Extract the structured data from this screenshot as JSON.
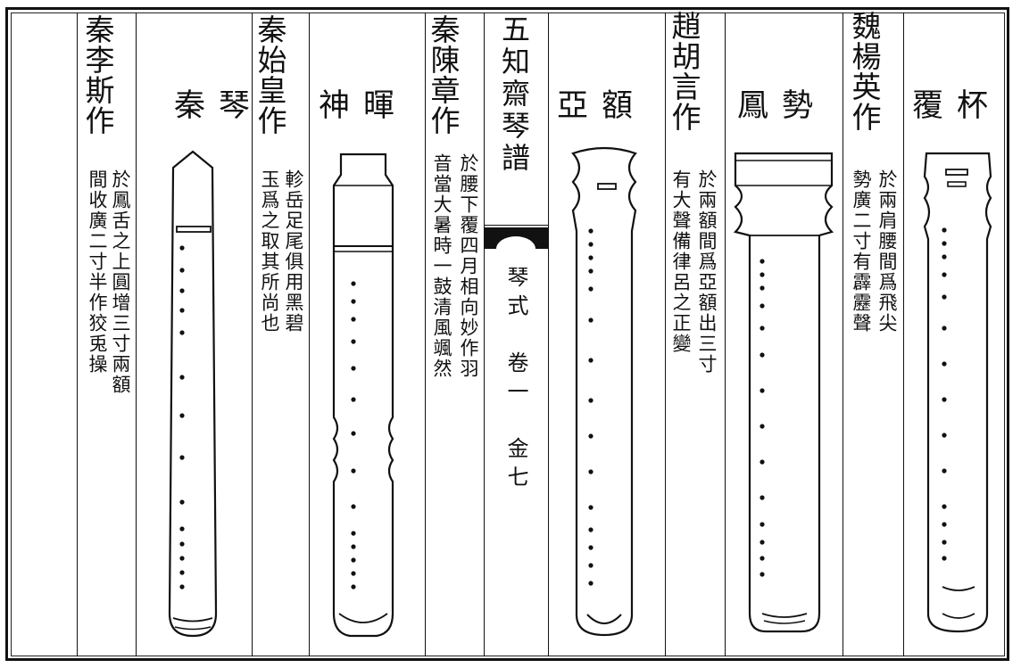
{
  "instruments": [
    {
      "name": "秦琴",
      "maker": "秦李斯作",
      "note_right": "於鳳舌之上圓增三寸兩額",
      "note_left": "間收廣二寸半作狡兎操"
    },
    {
      "name": "神暉",
      "maker": "秦始皇作",
      "note_right": "軫岳足尾俱用黑碧",
      "note_left": "玉爲之取其所尚也"
    },
    {
      "name": "亞額",
      "maker": "秦陳章作",
      "note_right": "於腰下覆四月相向妙作羽",
      "note_left": "音當大暑時一鼓清風颯然"
    },
    {
      "name": "鳳勢",
      "maker": "趙胡言作",
      "note_right": "於兩額間爲亞額出三寸",
      "note_left": "有大聲備律呂之正變"
    },
    {
      "name": "覆杯",
      "maker": "魏楊英作",
      "note_right": "於兩肩腰間爲飛尖",
      "note_left": "勢廣二寸有霹靂聲"
    }
  ],
  "center_column": {
    "book_title": "五知齋琴譜",
    "fold_text": "琴式　卷一　金七"
  }
}
